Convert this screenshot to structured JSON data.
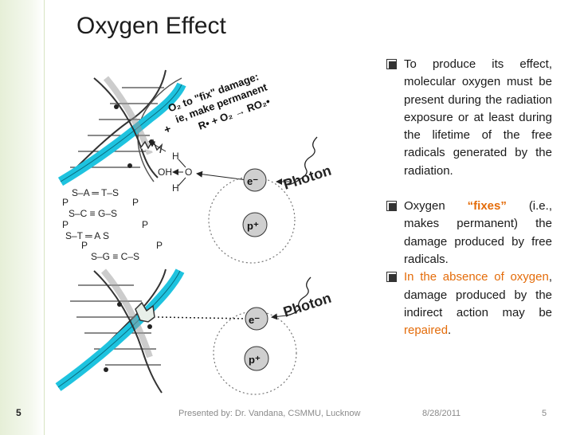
{
  "slide": {
    "title": "Oxygen Effect",
    "slide_number_left": "5",
    "slide_number_right": "5",
    "footer_presenter": "Presented by: Dr. Vandana, CSMMU, Lucknow",
    "footer_date": "8/28/2011"
  },
  "diagram": {
    "fix_label_line1": "O₂ to \"fix\" damage:",
    "fix_label_line2": "ie, make permanent",
    "reaction": "R• + O₂ → RO₂•",
    "plus": "+",
    "water_o": "O",
    "water_h1": "H",
    "water_h2": "H",
    "oh_label": "OH",
    "electron_top": "e⁻",
    "proton_top": "p⁺",
    "photon_top": "Photon",
    "electron_bottom": "e⁻",
    "proton_bottom": "p⁺",
    "photon_bottom": "Photon",
    "bases": {
      "row1": "S–A ═ T–S",
      "row2": "S–C ≡ G–S",
      "row3": "S–T ═ A S",
      "row4": "S–G ≡ C–S",
      "p": "P"
    }
  },
  "bullets": {
    "b1": "To produce its effect, molecular oxygen must be present during the radiation exposure or at least during the lifetime of the free radicals generated by the radiation.",
    "b2_pre": "Oxygen ",
    "b2_highlight": "“fixes”",
    "b2_post": " (i.e., makes permanent) the damage produced by free radicals.",
    "b3_a": "In the absence of oxygen",
    "b3_b": ", damage produced by the indirect action may be ",
    "b3_c": "repaired",
    "b3_d": "."
  },
  "colors": {
    "accent_orange": "#e46c0a",
    "helix_cyan": "#1ec3df",
    "side_bar_green": "#e6efd7"
  }
}
